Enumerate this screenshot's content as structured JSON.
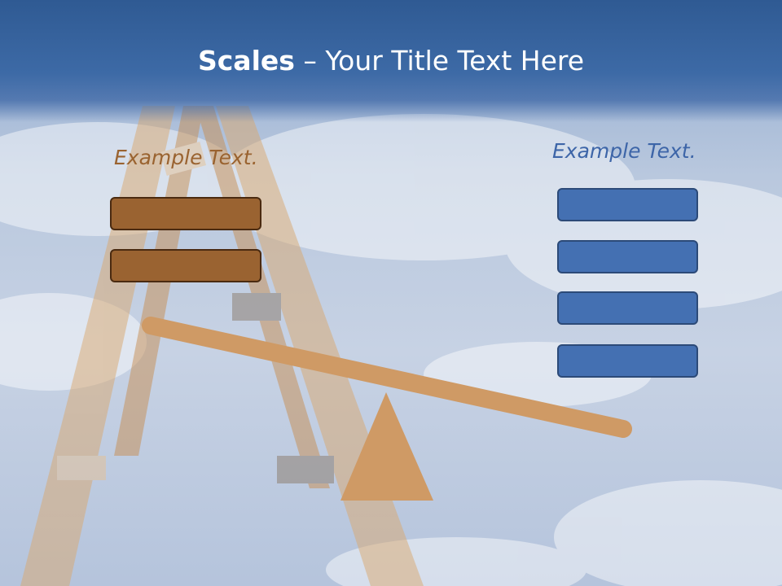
{
  "slide": {
    "title_bold": "Scales",
    "title_rest": " – Your Title Text Here"
  },
  "left_group": {
    "label": "Example Text.",
    "box_count": 2,
    "color": "#9a6331"
  },
  "right_group": {
    "label": "Example Text.",
    "box_count": 4,
    "color": "#4470b2"
  },
  "scale": {
    "beam_color": "#cf9a65",
    "fulcrum_color": "#cf9a65"
  },
  "background": {
    "sky_color": "#b9c8de",
    "ladder_color": "#d9a86e"
  }
}
